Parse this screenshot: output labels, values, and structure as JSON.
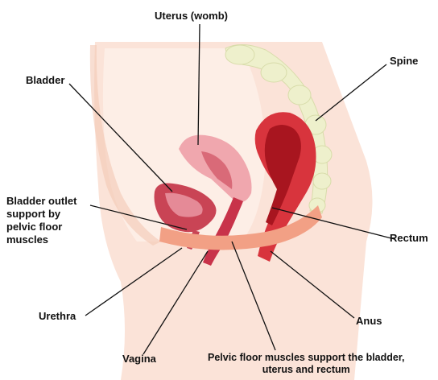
{
  "colors": {
    "body_skin": "#fbe3d8",
    "body_skin_light": "#fdeee6",
    "body_edge": "#f3c8b4",
    "spine": "#eef0cc",
    "spine_outline": "#d8dcaa",
    "uterus": "#f0a7ae",
    "uterus_inner": "#d96a78",
    "bladder": "#c94455",
    "bladder_light": "#e58a97",
    "vagina": "#c8334a",
    "rectum": "#d8343d",
    "rectum_inner": "#a8151f",
    "pelvic_floor": "#f2a085",
    "leader_line": "#111111",
    "label_text": "#111111"
  },
  "labels": {
    "uterus": "Uterus (womb)",
    "spine": "Spine",
    "bladder": "Bladder",
    "bladder_outlet": "Bladder outlet\nsupport by\npelvic floor\nmuscles",
    "rectum": "Rectum",
    "urethra": "Urethra",
    "anus": "Anus",
    "vagina": "Vagina",
    "pelvic_floor": "Pelvic floor muscles support the bladder,\nuterus and rectum"
  }
}
